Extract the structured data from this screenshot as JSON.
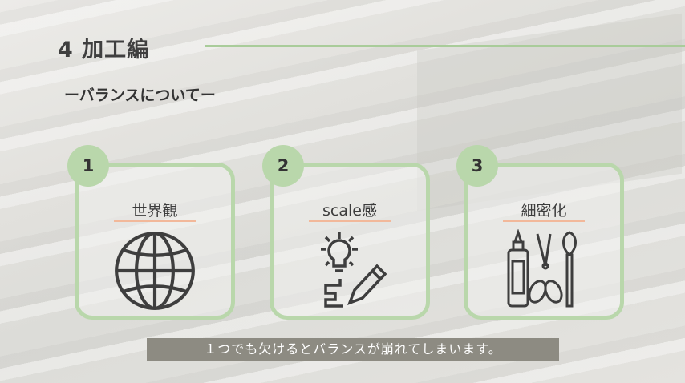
{
  "header": {
    "title": "4 加工編",
    "subtitle": "ーバランスについてー"
  },
  "cards": [
    {
      "number": "1",
      "label": "世界観",
      "icon": "globe-icon"
    },
    {
      "number": "2",
      "label": "scale感",
      "icon": "lightbulb-pencil-icon"
    },
    {
      "number": "3",
      "label": "細密化",
      "icon": "tools-icon"
    }
  ],
  "caption": "１つでも欠けるとバランスが崩れてしまいます。",
  "colors": {
    "accent": "#b9d7ab",
    "underline": "#f2b89a",
    "caption_bg": "#8d8b82"
  }
}
